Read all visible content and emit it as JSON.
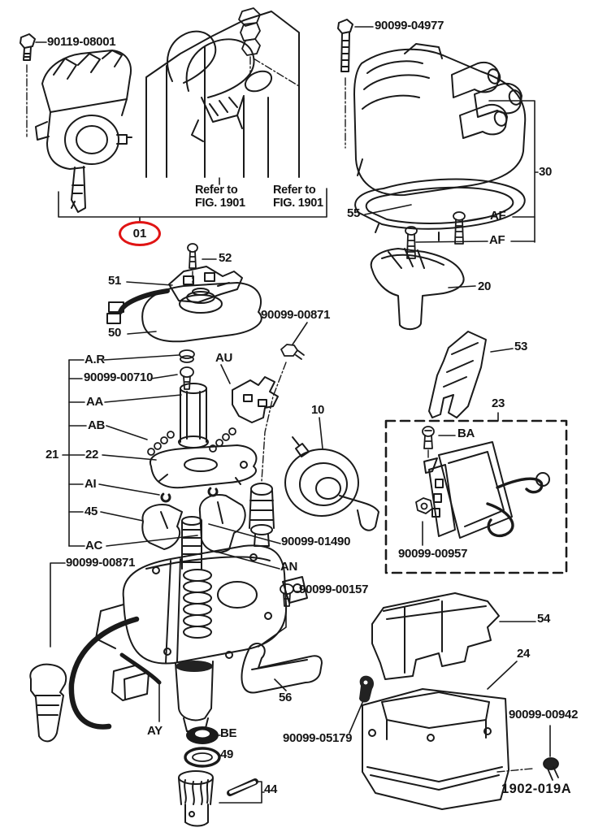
{
  "diagram": {
    "figure_code": "1902-019A",
    "highlight_color": "#e01414",
    "selected_callout": "01",
    "title_note": {
      "line1": "Refer to",
      "line2": "FIG. 1901"
    },
    "callouts": {
      "n10": "10",
      "n20": "20",
      "n21": "21",
      "n22": "22",
      "n23": "23",
      "n24": "24",
      "n30": "30",
      "n44": "44",
      "n45": "45",
      "n49": "49",
      "n50": "50",
      "n51": "51",
      "n52": "52",
      "n53": "53",
      "n54": "54",
      "n55": "55",
      "n56": "56",
      "AA": "AA",
      "AB": "AB",
      "AC": "AC",
      "AF": "AF",
      "AI": "AI",
      "AN": "AN",
      "AR": "A.R",
      "AU": "AU",
      "AY": "AY",
      "BA": "BA",
      "BE": "BE"
    },
    "part_numbers": {
      "p90119_08001": "90119-08001",
      "p90099_04977": "90099-04977",
      "p90099_00710": "90099-00710",
      "p90099_00871": "90099-00871",
      "p90099_01490": "90099-01490",
      "p90099_00157": "90099-00157",
      "p90099_00957": "90099-00957",
      "p90099_05179": "90099-05179",
      "p90099_00942": "90099-00942"
    }
  }
}
